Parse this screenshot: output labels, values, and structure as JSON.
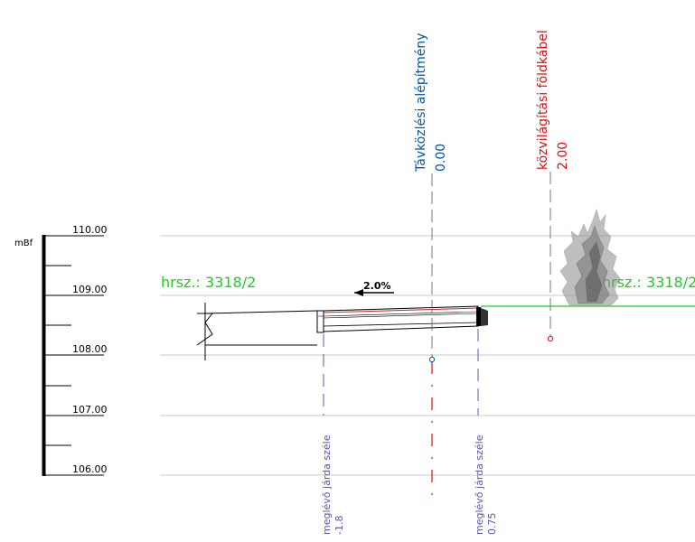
{
  "scale": {
    "unit": "mBf",
    "ticks": [
      "110.00",
      "109.00",
      "108.00",
      "107.00",
      "106.00"
    ]
  },
  "parcel_labels": {
    "left": "hrsz.: 3318/2",
    "right": "hrsz.: 3318/2"
  },
  "slope": {
    "label": "2.0%",
    "direction": "left"
  },
  "utilities": {
    "district_heating": {
      "name": "Távközlési alépítmény",
      "offset": "0.00",
      "color": "#0055aa"
    },
    "street_lighting": {
      "name": "közvilágítási földkábel",
      "offset": "2.00",
      "color": "#dd1111"
    }
  },
  "sidewalk_edges": {
    "left": {
      "name": "meglévő járda széle",
      "offset": "-1.8"
    },
    "right": {
      "name": "meglévő járda széle",
      "offset": "0.75"
    }
  },
  "colors": {
    "gridline": "#c8c8c8",
    "parcel": "#22cc22",
    "edge_marker": "#5555aa",
    "vegetation": "#8a8a8a"
  }
}
